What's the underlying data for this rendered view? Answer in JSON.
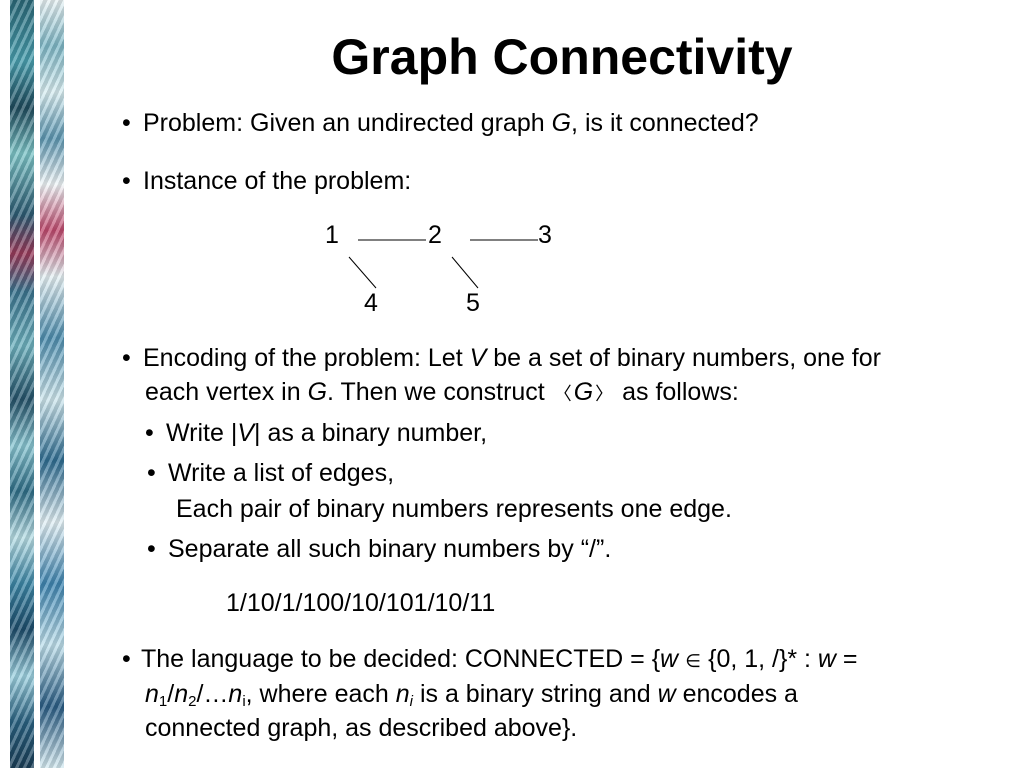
{
  "title": "Graph Connectivity",
  "bullets": {
    "problem": {
      "label": "Problem:",
      "pre": "Given an undirected graph ",
      "g": "G",
      "post": ", is it connected?"
    },
    "instance": "Instance of the problem:",
    "encoding": {
      "l1_pre": "Encoding of the problem: Let ",
      "l1_v": "V",
      "l1_post": " be a set of binary numbers, one for",
      "l2_pre": "each vertex in ",
      "l2_g": "G",
      "l2_mid": ".  Then we construct ",
      "l2_g2": "G",
      "l2_post": " as follows:",
      "sub1_pre": "Write |",
      "sub1_v": "V",
      "sub1_post": "| as a binary number,",
      "sub2_l1": "Write a list of edges,",
      "sub2_l2": "Each pair of binary numbers represents one edge.",
      "sub3": "Separate all such binary numbers by “/”.",
      "example": "1/10/1/100/10/101/10/11"
    },
    "language": {
      "l1_pre": "The language to be decided: CONNECTED = {",
      "l1_w": "w",
      "l1_set": "{0, 1, /}* : ",
      "l1_w2": "w",
      "l1_eq": " =",
      "l2_n1": "n",
      "l2_s1": "1",
      "l2_slash": "/",
      "l2_n2": "n",
      "l2_s2": "2",
      "l2_dots": "/…",
      "l2_ni": "n",
      "l2_si": "i",
      "l2_mid": ", where each ",
      "l2_n": "n",
      "l2_i": "i",
      "l2_mid2": "  is a binary string and ",
      "l2_w": "w",
      "l2_post": " encodes a",
      "l3": "connected graph, as described above}."
    }
  },
  "graph": {
    "nodes": [
      "1",
      "2",
      "3",
      "4",
      "5"
    ]
  },
  "icons": {
    "bullet": "•",
    "open_bracket": "〈",
    "close_bracket": "〉",
    "element_of": "∈"
  }
}
